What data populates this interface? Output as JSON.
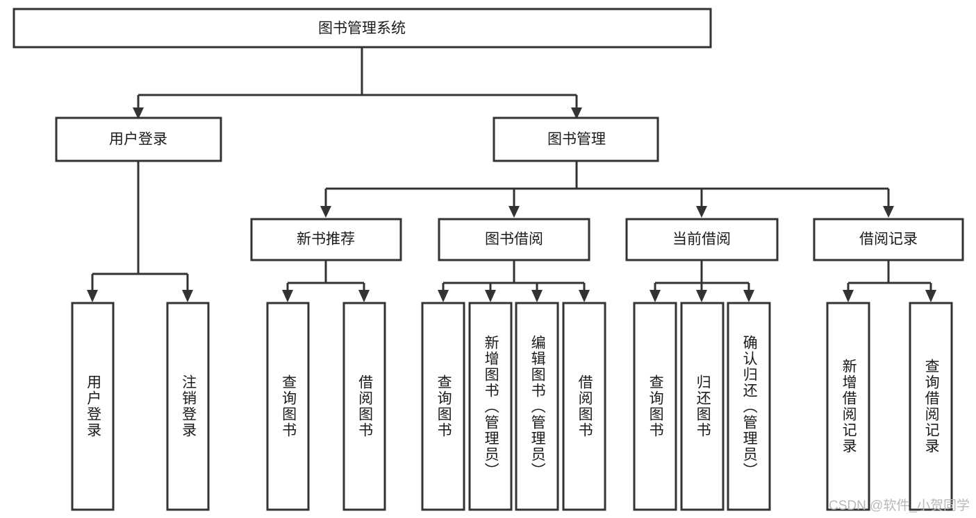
{
  "diagram": {
    "title_node": {
      "label": "图书管理系统"
    },
    "level1": [
      {
        "label": "用户登录"
      },
      {
        "label": "图书管理"
      }
    ],
    "level2": [
      {
        "label": "新书推荐"
      },
      {
        "label": "图书借阅"
      },
      {
        "label": "当前借阅"
      },
      {
        "label": "借阅记录"
      }
    ],
    "leaves": {
      "user_login": [
        {
          "label": "用户登录"
        },
        {
          "label": "注销登录"
        }
      ],
      "new_book_recommend": [
        {
          "label": "查询图书"
        },
        {
          "label": "借阅图书"
        }
      ],
      "book_borrow": [
        {
          "label": "查询图书"
        },
        {
          "label": "新增图书（管理员）"
        },
        {
          "label": "编辑图书（管理员）"
        },
        {
          "label": "借阅图书"
        }
      ],
      "current_borrow": [
        {
          "label": "查询图书"
        },
        {
          "label": "归还图书"
        },
        {
          "label": "确认归还（管理员）"
        }
      ],
      "borrow_record": [
        {
          "label": "新增借阅记录"
        },
        {
          "label": "查询借阅记录"
        }
      ]
    }
  },
  "watermark": {
    "text": "CSDN @软件_小贺同学"
  },
  "colors": {
    "stroke": "#333333",
    "fill": "#ffffff",
    "text": "#1a1a1a",
    "watermark": "#b8b8b8"
  }
}
